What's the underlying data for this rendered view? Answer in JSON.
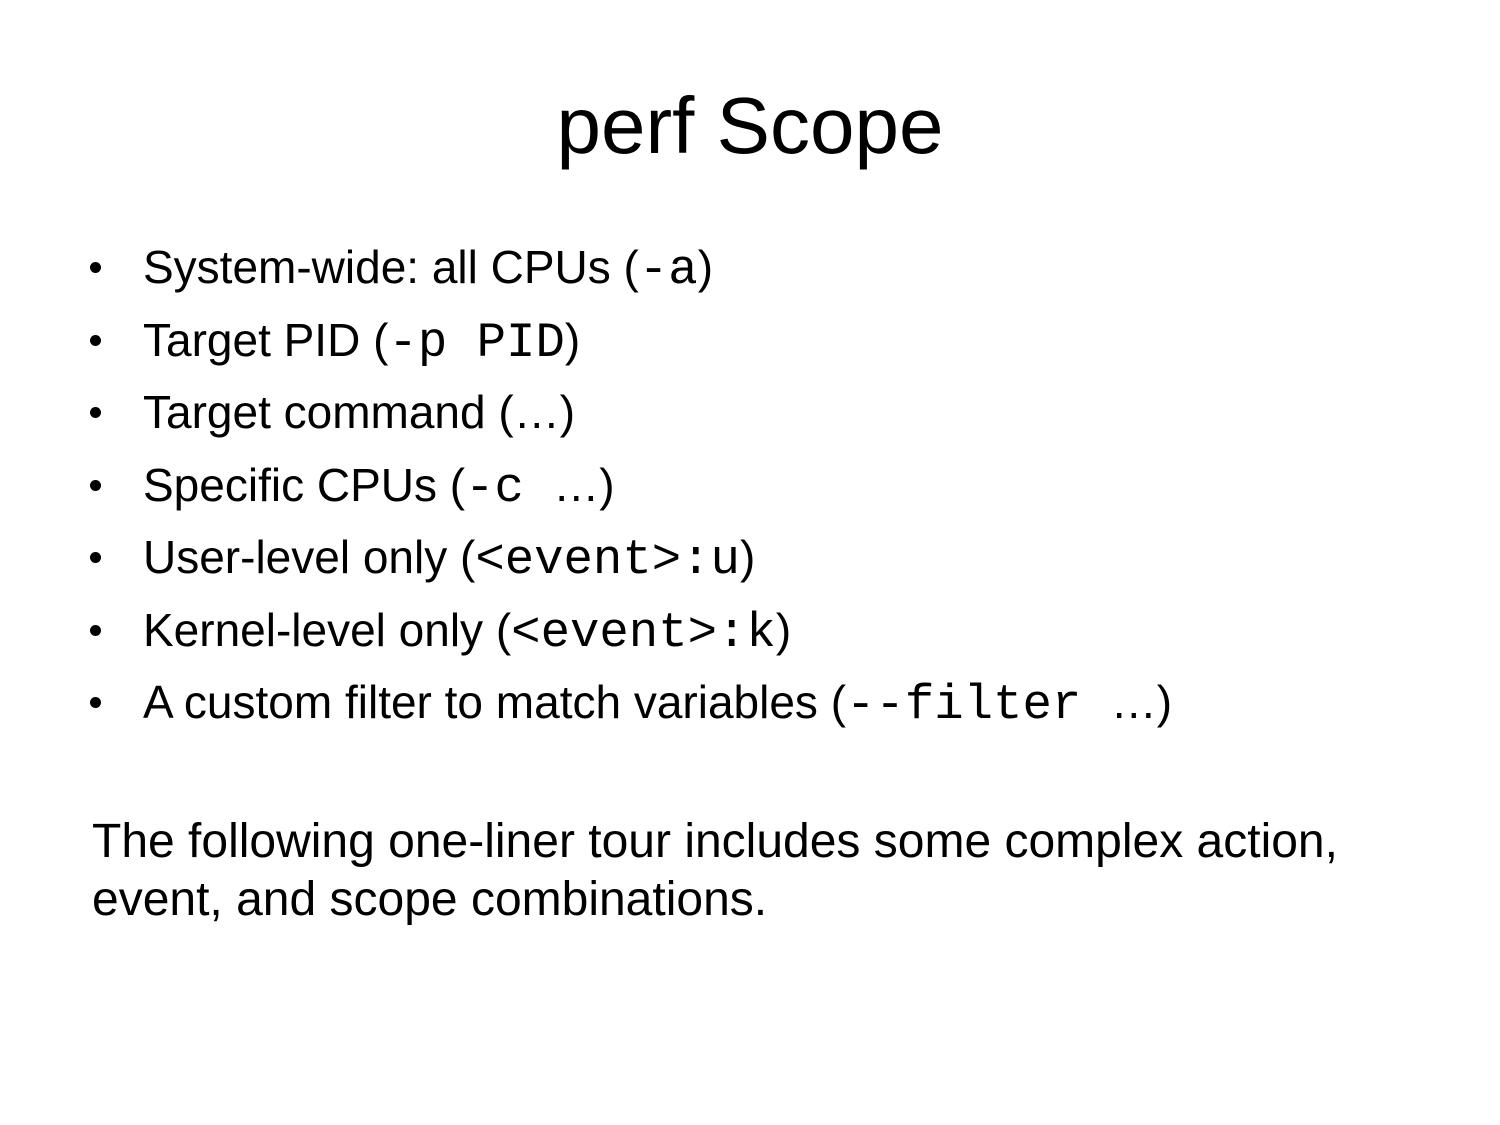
{
  "slide": {
    "title": "perf Scope",
    "bullets": [
      {
        "pre": "System-wide: all CPUs (",
        "code": "-a",
        "post": ")"
      },
      {
        "pre": "Target PID (",
        "code": "-p PID",
        "post": ")"
      },
      {
        "pre": "Target command (…)",
        "code": "",
        "post": ""
      },
      {
        "pre": "Specific CPUs (",
        "code": "-c ",
        "post": "…)"
      },
      {
        "pre": "User-level only (",
        "code": "<event>:u",
        "post": ")"
      },
      {
        "pre": "Kernel-level only (",
        "code": "<event>:k",
        "post": ")"
      },
      {
        "pre": "A custom filter to match variables (",
        "code": "--filter ",
        "post": "…)"
      }
    ],
    "paragraph_lines": [
      "The following one-liner tour includes some complex action,",
      "event, and scope combinations."
    ],
    "colors": {
      "background": "#ffffff",
      "text": "#000000"
    }
  }
}
